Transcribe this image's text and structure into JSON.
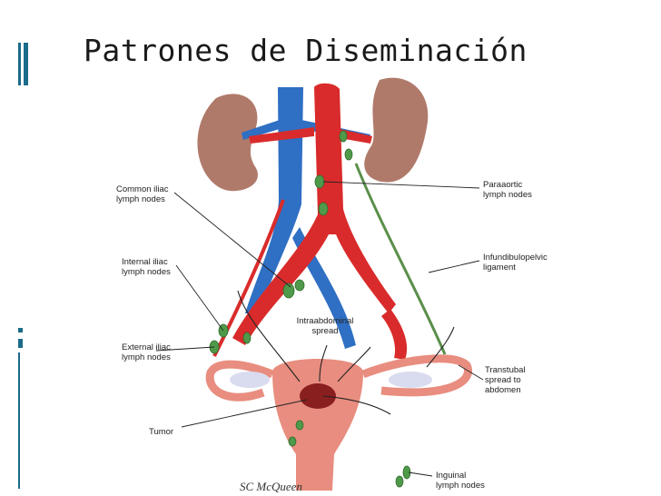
{
  "slide": {
    "title": "Patrones de Diseminación",
    "accent_color": "#1b6b8a"
  },
  "diagram": {
    "labels": {
      "common_iliac": [
        "Common iliac",
        "lymph nodes"
      ],
      "internal_iliac": [
        "Internal iliac",
        "lymph nodes"
      ],
      "external_iliac": [
        "External iliac",
        "lymph nodes"
      ],
      "tumor": [
        "Tumor"
      ],
      "paraaortic": [
        "Paraaortic",
        "lymph nodes"
      ],
      "infundibulopelvic": [
        "Infundibulopelvic",
        "ligament"
      ],
      "intraabdominal": [
        "Intraabdominal",
        "spread"
      ],
      "transtubal": [
        "Transtubal",
        "spread to",
        "abdomen"
      ],
      "inguinal": [
        "Inguinal",
        "lymph nodes"
      ]
    },
    "signature": "SC McQueen",
    "colors": {
      "artery": "#d92b2b",
      "vein": "#2f6fc4",
      "kidney": "#b07a6a",
      "lymph_node": "#4f9a4a",
      "uterus": "#e88d7f",
      "tumor": "#8a1f1f"
    }
  }
}
